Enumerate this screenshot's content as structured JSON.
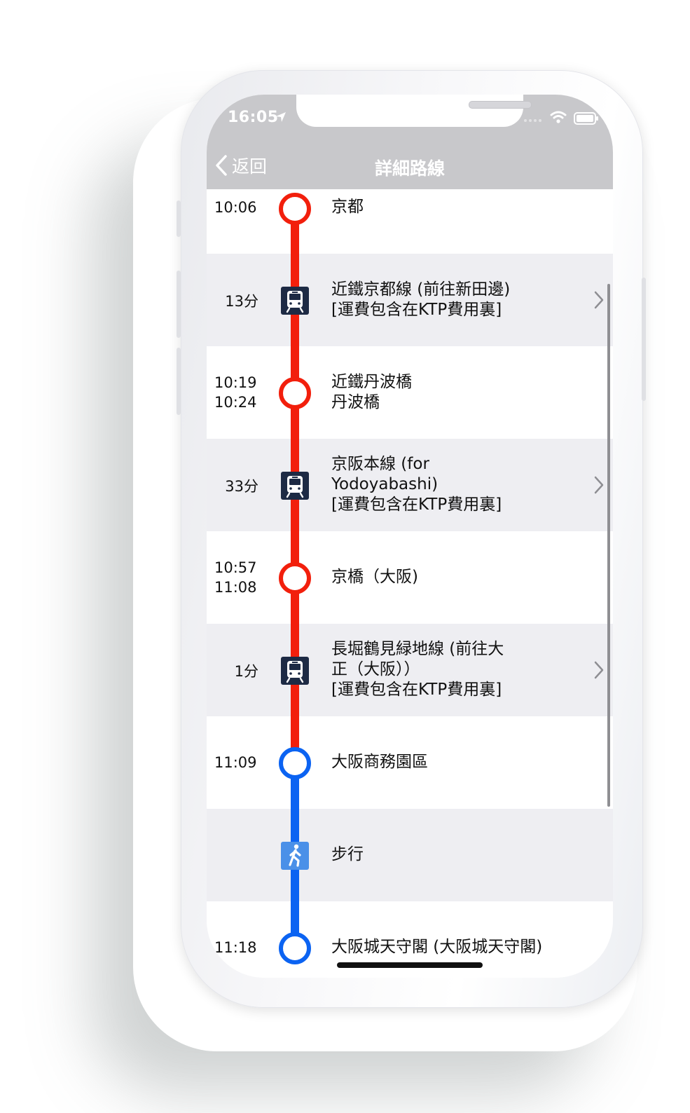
{
  "status_bar": {
    "time": "16:05"
  },
  "nav": {
    "back_label": "返回",
    "title": "詳細路線"
  },
  "colors": {
    "rail": "#f21f0c",
    "walk": "#0b63f2",
    "header": "#c8c8cb"
  },
  "route": {
    "stop1": {
      "time1": "10:06",
      "name": "京都"
    },
    "seg1": {
      "duration": "13分",
      "line1": "近鐵京都線 (前往新田邊)",
      "line2": "[運費包含在KTP費用裏]"
    },
    "stop2": {
      "time1": "10:19",
      "time2": "10:24",
      "line1": "近鐵丹波橋",
      "line2": "丹波橋"
    },
    "seg2": {
      "duration": "33分",
      "line1": "京阪本線 (for",
      "line2": "Yodoyabashi)",
      "line3": "[運費包含在KTP費用裏]"
    },
    "stop3": {
      "time1": "10:57",
      "time2": "11:08",
      "name": "京橋（大阪)"
    },
    "seg3": {
      "duration": "1分",
      "line1": "長堀鶴見緑地線 (前往大",
      "line2": "正（大阪））",
      "line3": "[運費包含在KTP費用裏]"
    },
    "stop4": {
      "time1": "11:09",
      "name": "大阪商務園區"
    },
    "seg4": {
      "label": "步行"
    },
    "stop5": {
      "time1": "11:18",
      "name": "大阪城天守閣 (大阪城天守閣)"
    }
  },
  "icons": {
    "train": "train-icon",
    "walk": "walking-person-icon",
    "chevron": "chevron-right-icon",
    "back": "chevron-left-icon"
  }
}
